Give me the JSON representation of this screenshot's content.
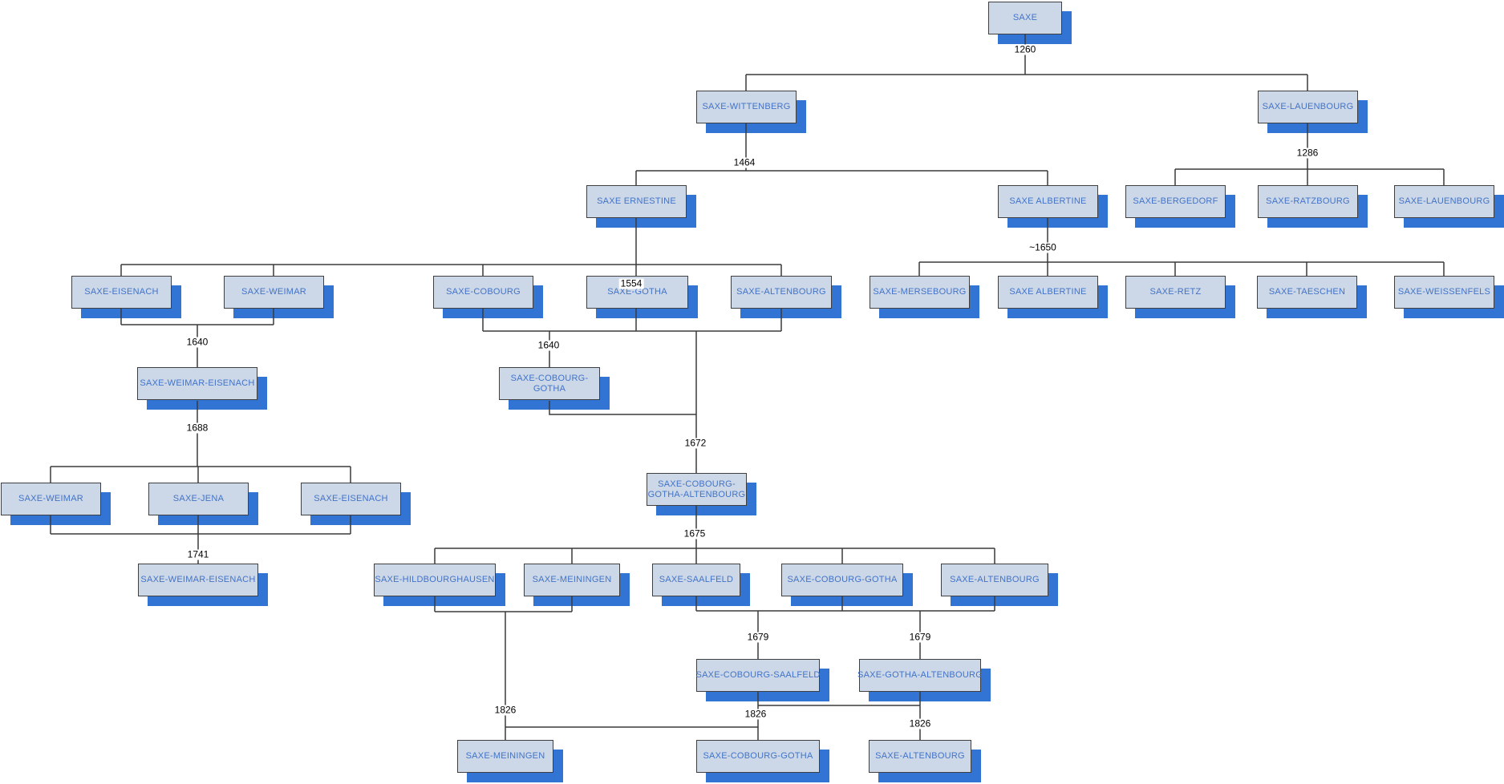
{
  "diagram_type": "family-tree",
  "colors": {
    "background": "#ffffff",
    "box_fill": "#ccd8e8",
    "box_border": "#3f3f3f",
    "box_text": "#4273c8",
    "box_shadow": "#3274d4",
    "line": "#3a3a3a",
    "date_text": "#000000"
  },
  "nodes": {
    "saxe": {
      "label": "SAXE"
    },
    "wittenberg": {
      "label": "SAXE-WITTENBERG"
    },
    "lauenbourg_1": {
      "label": "SAXE-LAUENBOURG"
    },
    "ernestine": {
      "label": "SAXE ERNESTINE"
    },
    "albertine_1": {
      "label": "SAXE ALBERTINE"
    },
    "bergedorf": {
      "label": "SAXE-BERGEDORF"
    },
    "ratzbourg": {
      "label": "SAXE-RATZBOURG"
    },
    "lauenbourg_2": {
      "label": "SAXE-LAUENBOURG"
    },
    "eisenach_1": {
      "label": "SAXE-EISENACH"
    },
    "weimar_1": {
      "label": "SAXE-WEIMAR"
    },
    "cobourg": {
      "label": "SAXE-COBOURG"
    },
    "gotha": {
      "label": "SAXE-GOTHA"
    },
    "altenbourg_1": {
      "label": "SAXE-ALTENBOURG"
    },
    "mersebourg": {
      "label": "SAXE-MERSEBOURG"
    },
    "albertine_2": {
      "label": "SAXE ALBERTINE"
    },
    "retz": {
      "label": "SAXE-RETZ"
    },
    "taeschen": {
      "label": "SAXE-TAESCHEN"
    },
    "weissenfels": {
      "label": "SAXE-WEISSENFELS"
    },
    "weimar_eisenach_1": {
      "label": "SAXE-WEIMAR-EISENACH"
    },
    "cobourg_gotha_1": {
      "line1": "SAXE-COBOURG-",
      "line2": "GOTHA"
    },
    "cobourg_gotha_altenbourg": {
      "line1": "SAXE-COBOURG-",
      "line2": "GOTHA-ALTENBOURG"
    },
    "weimar_2": {
      "label": "SAXE-WEIMAR"
    },
    "jena": {
      "label": "SAXE-JENA"
    },
    "eisenach_2": {
      "label": "SAXE-EISENACH"
    },
    "weimar_eisenach_2": {
      "label": "SAXE-WEIMAR-EISENACH"
    },
    "hildbourghausen": {
      "label": "SAXE-HILDBOURGHAUSEN"
    },
    "meiningen_1": {
      "label": "SAXE-MEININGEN"
    },
    "saalfeld": {
      "label": "SAXE-SAALFELD"
    },
    "cobourg_gotha_2": {
      "label": "SAXE-COBOURG-GOTHA"
    },
    "altenbourg_2": {
      "label": "SAXE-ALTENBOURG"
    },
    "cobourg_saalfeld": {
      "label": "SAXE-COBOURG-SAALFELD"
    },
    "gotha_altenbourg": {
      "label": "SAXE-GOTHA-ALTENBOURG"
    },
    "meiningen_2": {
      "label": "SAXE-MEININGEN"
    },
    "cobourg_gotha_3": {
      "label": "SAXE-COBOURG-GOTHA"
    },
    "altenbourg_3": {
      "label": "SAXE-ALTENBOURG"
    }
  },
  "dates": {
    "saxe_split": "1260",
    "wittenberg_split": "1464",
    "lauenbourg_split": "1286",
    "ernestine_split": "1554",
    "albertine_split": "~1650",
    "weimar_eisenach_union": "1640",
    "cobourg_gotha_union": "1640",
    "weimar_eisenach_split": "1688",
    "cg_altenbourg_union": "1672",
    "weimar_eisenach_reunion": "1741",
    "cga_split": "1675",
    "cobourg_saalfeld_union": "1679",
    "gotha_altenbourg_union": "1679",
    "meiningen_1826": "1826",
    "cobourg_gotha_1826": "1826",
    "altenbourg_1826": "1826"
  },
  "edges": [
    {
      "from": [
        "saxe"
      ],
      "date": "1260",
      "to": [
        "wittenberg",
        "lauenbourg_1"
      ]
    },
    {
      "from": [
        "wittenberg"
      ],
      "date": "1464",
      "to": [
        "ernestine",
        "albertine_1"
      ]
    },
    {
      "from": [
        "lauenbourg_1"
      ],
      "date": "1286",
      "to": [
        "bergedorf",
        "ratzbourg",
        "lauenbourg_2"
      ]
    },
    {
      "from": [
        "ernestine"
      ],
      "date": "1554",
      "to": [
        "eisenach_1",
        "weimar_1",
        "cobourg",
        "gotha",
        "altenbourg_1"
      ]
    },
    {
      "from": [
        "albertine_1"
      ],
      "date": "~1650",
      "to": [
        "mersebourg",
        "albertine_2",
        "retz",
        "taeschen",
        "weissenfels"
      ]
    },
    {
      "from": [
        "eisenach_1",
        "weimar_1"
      ],
      "date": "1640",
      "to": [
        "weimar_eisenach_1"
      ]
    },
    {
      "from": [
        "cobourg",
        "gotha"
      ],
      "date": "1640",
      "to": [
        "cobourg_gotha_1"
      ]
    },
    {
      "from": [
        "gotha",
        "altenbourg_1",
        "cobourg_gotha_1"
      ],
      "date": "1672",
      "to": [
        "cobourg_gotha_altenbourg"
      ]
    },
    {
      "from": [
        "weimar_eisenach_1"
      ],
      "date": "1688",
      "to": [
        "weimar_2",
        "jena",
        "eisenach_2"
      ]
    },
    {
      "from": [
        "weimar_2",
        "jena",
        "eisenach_2"
      ],
      "date": "1741",
      "to": [
        "weimar_eisenach_2"
      ]
    },
    {
      "from": [
        "cobourg_gotha_altenbourg"
      ],
      "date": "1675",
      "to": [
        "hildbourghausen",
        "meiningen_1",
        "saalfeld",
        "cobourg_gotha_2",
        "altenbourg_2"
      ]
    },
    {
      "from": [
        "saalfeld",
        "cobourg_gotha_2",
        "altenbourg_2"
      ],
      "date": "1679",
      "to": [
        "cobourg_saalfeld",
        "gotha_altenbourg"
      ]
    },
    {
      "from": [
        "hildbourghausen",
        "meiningen_1",
        "cobourg_saalfeld"
      ],
      "date": "1826",
      "to": [
        "meiningen_2"
      ]
    },
    {
      "from": [
        "cobourg_saalfeld",
        "gotha_altenbourg"
      ],
      "date": "1826",
      "to": [
        "cobourg_gotha_3",
        "altenbourg_3"
      ]
    }
  ]
}
